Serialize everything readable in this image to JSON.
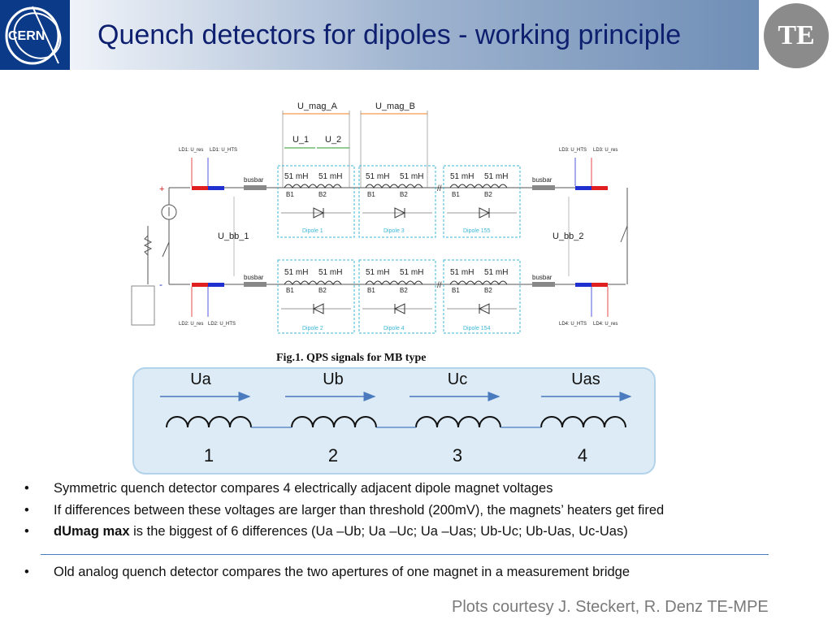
{
  "header": {
    "title": "Quench detectors for dipoles - working principle",
    "cern_logo_text": "CERN",
    "te_logo_text": "TE"
  },
  "circuit": {
    "u_mag_a": "U_mag_A",
    "u_mag_b": "U_mag_B",
    "u_1": "U_1",
    "u_2": "U_2",
    "u_bb_1": "U_bb_1",
    "u_bb_2": "U_bb_2",
    "busbar": "busbar",
    "inductance": "51 mH",
    "b1": "B1",
    "b2": "B2",
    "plus": "+",
    "minus": "-",
    "detectors": {
      "top_left": [
        "LD1: U_res",
        "LD1: U_HTS"
      ],
      "top_right": [
        "LD3: U_HTS",
        "LD3: U_res"
      ],
      "bottom_left": [
        "LD2: U_res",
        "LD2: U_HTS"
      ],
      "bottom_right": [
        "LD4: U_HTS",
        "LD4: U_res"
      ]
    },
    "dipoles": {
      "top": [
        "Dipole 1",
        "Dipole 3",
        "Dipole 155"
      ],
      "bottom": [
        "Dipole 2",
        "Dipole 4",
        "Dipole 154"
      ]
    },
    "caption": "Fig.1. QPS signals for MB type"
  },
  "magnets": {
    "voltages": [
      "Ua",
      "Ub",
      "Uc",
      "Uas"
    ],
    "numbers": [
      "1",
      "2",
      "3",
      "4"
    ]
  },
  "bullets": {
    "b1": "Symmetric quench detector compares 4 electrically adjacent dipole magnet voltages",
    "b2": "If differences between these voltages are larger than threshold (200mV), the magnets’ heaters get fired",
    "b3_bold": "dUmag max",
    "b3_rest": " is the biggest of 6 differences (Ua –Ub; Ua –Uc; Ua –Uas; Ub-Uc; Ub-Uas, Uc-Uas)",
    "b4": "Old analog quench detector compares the two apertures of one magnet in a measurement bridge",
    "dot": "•"
  },
  "footer": {
    "credits": "Plots courtesy  J. Steckert, R. Denz  TE-MPE"
  },
  "colors": {
    "title": "#0d1f6e",
    "panel_bg": "#dcebf5",
    "arrow": "#4a7bbf",
    "dipole_box": "#3bb6d6"
  }
}
